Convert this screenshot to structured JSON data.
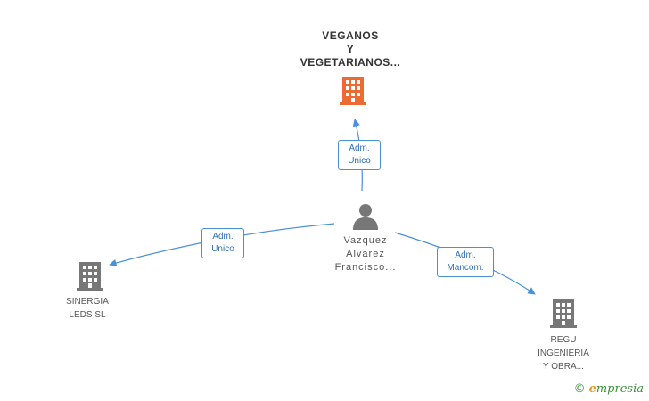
{
  "colors": {
    "edge": "#4a90d9",
    "main_company": "#ee6a33",
    "company": "#777777",
    "person": "#777777"
  },
  "nodes": {
    "main": {
      "label": "VEGANOS\nY\nVEGETARIANOS...",
      "icon": "building-icon"
    },
    "person": {
      "label": "Vazquez\nAlvarez\nFrancisco...",
      "icon": "person-icon"
    },
    "sinergia": {
      "label": "SINERGIA\nLEDS SL",
      "icon": "building-icon"
    },
    "regu": {
      "label": "REGU\nINGENIERIA\nY OBRA...",
      "icon": "building-icon"
    }
  },
  "relations": {
    "to_main": "Adm.\nUnico",
    "to_sinergia": "Adm.\nUnico",
    "to_regu": "Adm.\nMancom."
  },
  "watermark": {
    "copyright": "©",
    "brand_e": "e",
    "brand_rest": "mpresia"
  }
}
